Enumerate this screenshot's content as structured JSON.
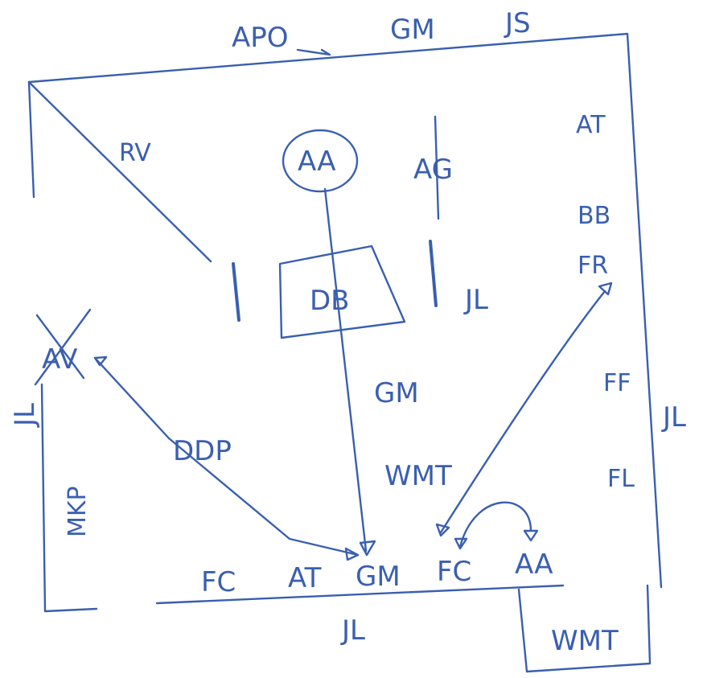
{
  "colors": {
    "ink": "#3a5fb0",
    "paper": "#ffffff"
  },
  "top": {
    "apo": "APO",
    "gm": "GM",
    "js": "JS"
  },
  "room": {
    "rv": "RV",
    "aa": "AA",
    "ag": "AG",
    "db": "DB",
    "jl_mid": "JL",
    "at_right": "AT",
    "bb": "BB",
    "fr": "FR",
    "gm_mid": "GM",
    "ddp": "DDP",
    "ff": "FF",
    "fl": "FL",
    "wmt_mid": "WMT",
    "mkp": "MKP",
    "av": "AV"
  },
  "bottom_row": {
    "fc1": "FC",
    "at": "AT",
    "gm": "GM",
    "fc2": "FC",
    "aa": "AA"
  },
  "outside": {
    "jl_left": "JL",
    "jl_right": "JL",
    "jl_bottom": "JL",
    "wmt_box": "WMT"
  }
}
